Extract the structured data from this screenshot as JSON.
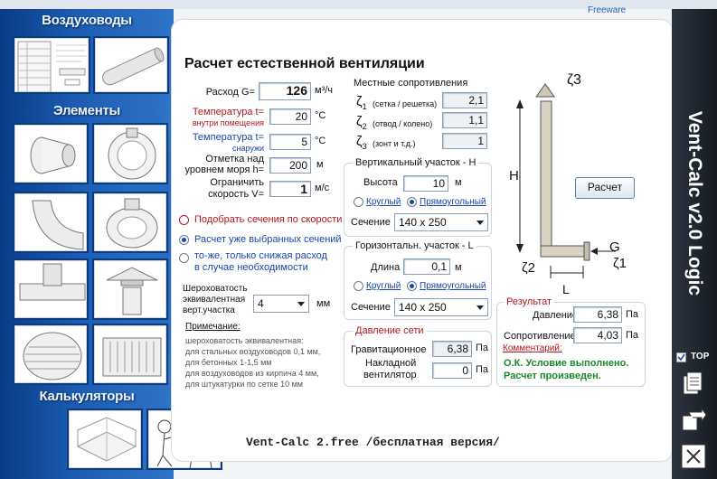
{
  "app": {
    "freeware_label": "Freeware",
    "title_vertical": "Vent-Calc v2.0 Logic",
    "status": "Vent-Calc 2.free /бесплатная версия/"
  },
  "sidebar": {
    "sections": {
      "ducts": "Воздуховоды",
      "elements": "Элементы",
      "calculators": "Калькуляторы"
    }
  },
  "form": {
    "title": "Расчет естественной вентиляции",
    "flow": {
      "label": "Расход G=",
      "value": "126",
      "unit": "м³/ч"
    },
    "temp_in": {
      "label1": "Температура t=",
      "label2": "внутри помещения",
      "value": "20",
      "unit": "°С"
    },
    "temp_out": {
      "label1": "Температура t=",
      "label2": "снаружи",
      "value": "5",
      "unit": "°С"
    },
    "elevation": {
      "label1": "Отметка над",
      "label2": "уровнем моря h=",
      "value": "200",
      "unit": "м"
    },
    "speed_limit": {
      "label1": "Ограничить",
      "label2": "скорость V=",
      "value": "1",
      "unit": "м/с"
    },
    "mode_options": [
      "Подобрать сечения по скорости",
      "Расчет уже выбранных сечений",
      "то-же, только снижая расход в случае необходимости"
    ],
    "mode_option3_line1": "то-же, только снижая расход",
    "mode_option3_line2": "в случае необходимости",
    "roughness": {
      "label1": "Шероховатость",
      "label2": "эквивалентная",
      "label3": "верт.участка",
      "value": "4",
      "unit": "мм"
    },
    "note": {
      "title": "Примечание:",
      "lines": [
        "шероховатость эквивалентная:",
        "для стальных воздуховодов 0,1 мм,",
        "для бетонных 1-1,5 мм",
        "для воздуховодов из кирпича 4 мм,",
        "для штукатурки по сетке 10 мм"
      ]
    }
  },
  "local_resistances": {
    "title": "Местные сопротивления",
    "items": [
      {
        "sub": "1",
        "label": "(сетка / решетка)",
        "value": "2,1"
      },
      {
        "sub": "2",
        "label": "(отвод / колено)",
        "value": "1,1"
      },
      {
        "sub": "3",
        "label": "(зонт и т.д.)",
        "value": "1"
      }
    ],
    "symbol": "ζ"
  },
  "vertical": {
    "title": "Вертикальный участок - Н",
    "height_label": "Высота",
    "height_value": "10",
    "height_unit": "м",
    "shape_round": "Круглый",
    "shape_rect": "Прямоугольный",
    "section_label": "Сечение",
    "section_value": "140 x 250"
  },
  "horizontal": {
    "title": "Горизонтальн. участок - L",
    "length_label": "Длина",
    "length_value": "0,1",
    "length_unit": "м",
    "shape_round": "Круглый",
    "shape_rect": "Прямоугольный",
    "section_label": "Сечение",
    "section_value": "140 x 250"
  },
  "pressure": {
    "title": "Давление сети",
    "gravity_label": "Гравитационное",
    "gravity_value": "6,38",
    "unit": "Па",
    "fan_label1": "Накладной",
    "fan_label2": "вентилятор",
    "fan_value": "0"
  },
  "diagram": {
    "h_label": "H",
    "l_label": "L",
    "g_label": "G",
    "z1": "ζ1",
    "z2": "ζ2",
    "z3": "ζ3",
    "calc_button": "Расчет"
  },
  "result": {
    "title": "Результат",
    "pressure_label": "Давление",
    "pressure_value": "6,38",
    "resistance_label": "Сопротивление",
    "resistance_value": "4,03",
    "unit": "Па",
    "comment_label": "Комментарий:",
    "comment_line1": "О.К. Условие выполнено.",
    "comment_line2": "Расчет произведен."
  },
  "right_bar": {
    "top_label": "TOP"
  },
  "colors": {
    "left_panel": "#1c5db3",
    "accent_red": "#b4161b",
    "accent_blue": "#1946a8",
    "ok_green": "#1a8a2a"
  }
}
